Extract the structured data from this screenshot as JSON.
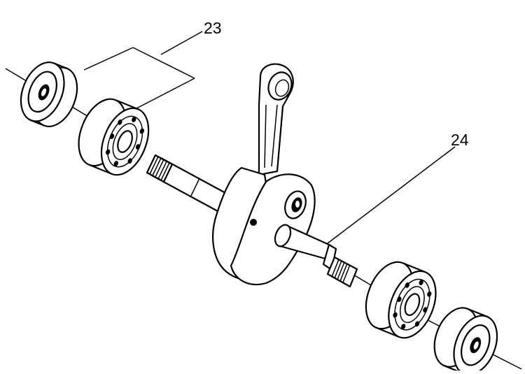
{
  "diagram": {
    "callouts": [
      {
        "id": "23",
        "label": "23"
      },
      {
        "id": "24",
        "label": "24"
      }
    ]
  }
}
